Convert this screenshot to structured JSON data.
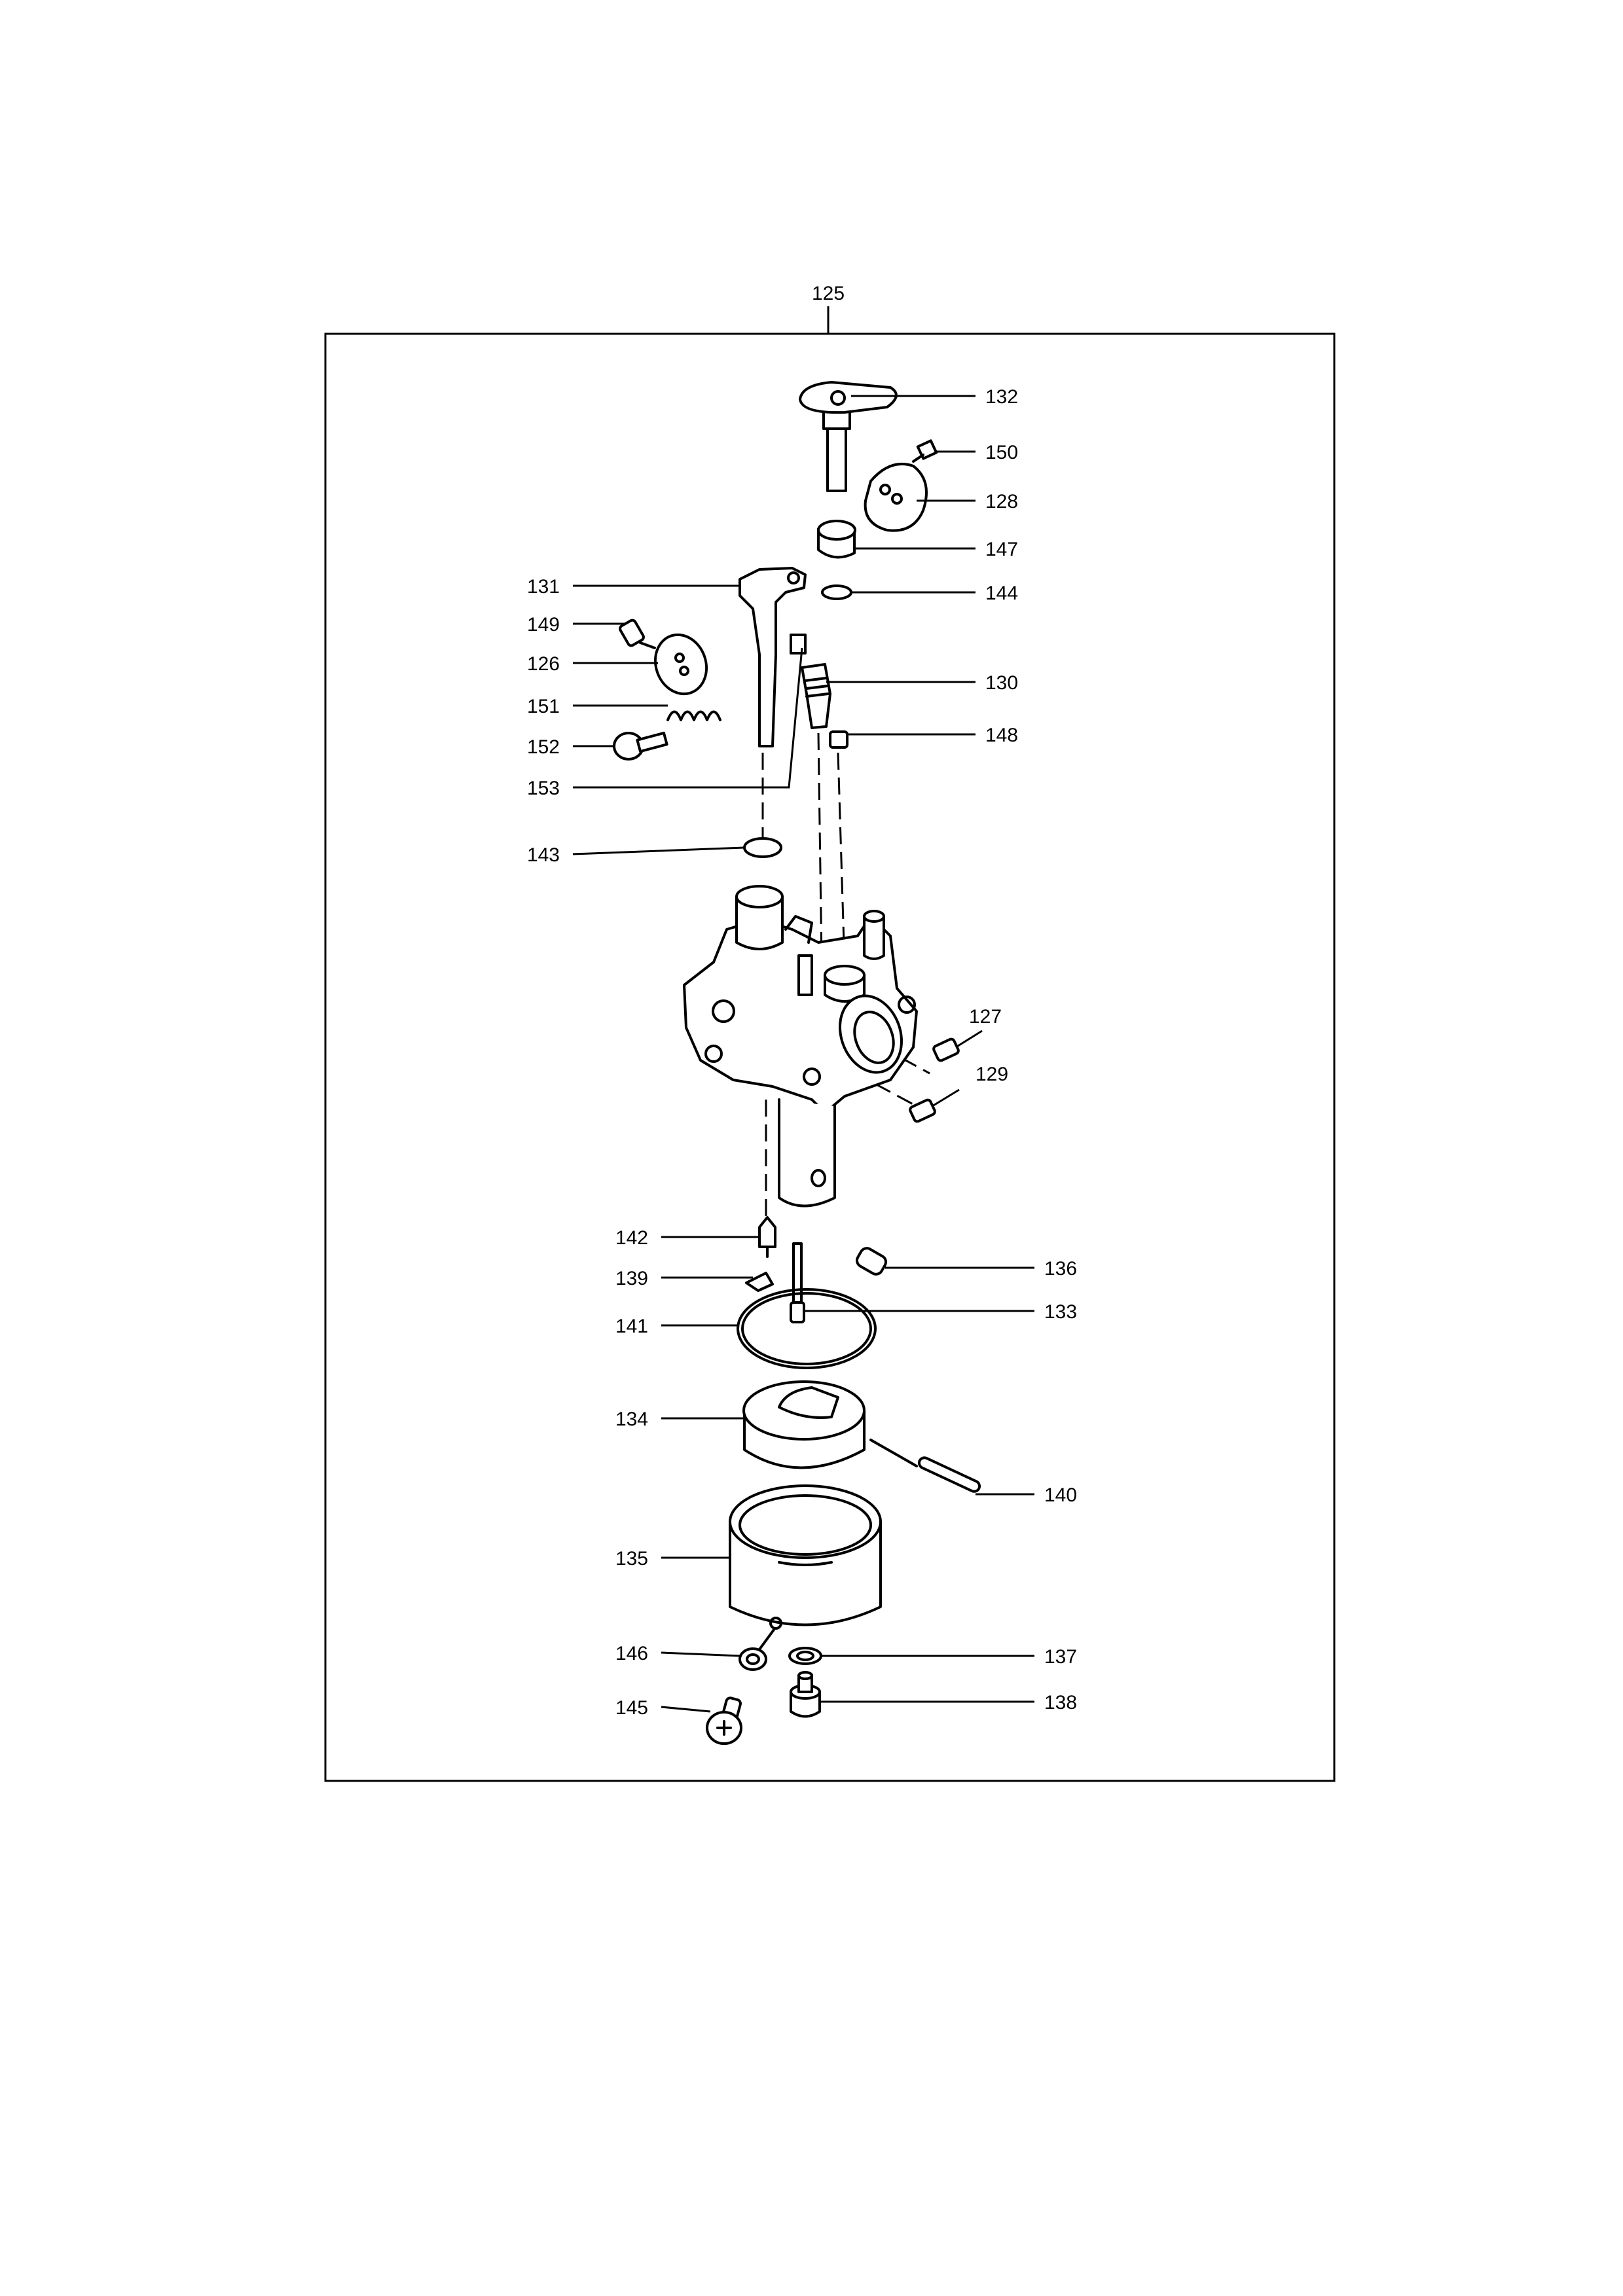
{
  "assembly_label": "125",
  "callouts": {
    "p126": "126",
    "p127": "127",
    "p128": "128",
    "p129": "129",
    "p130": "130",
    "p131": "131",
    "p132": "132",
    "p133": "133",
    "p134": "134",
    "p135": "135",
    "p136": "136",
    "p137": "137",
    "p138": "138",
    "p139": "139",
    "p140": "140",
    "p141": "141",
    "p142": "142",
    "p143": "143",
    "p144": "144",
    "p145": "145",
    "p146": "146",
    "p147": "147",
    "p148": "148",
    "p149": "149",
    "p150": "150",
    "p151": "151",
    "p152": "152",
    "p153": "153"
  }
}
